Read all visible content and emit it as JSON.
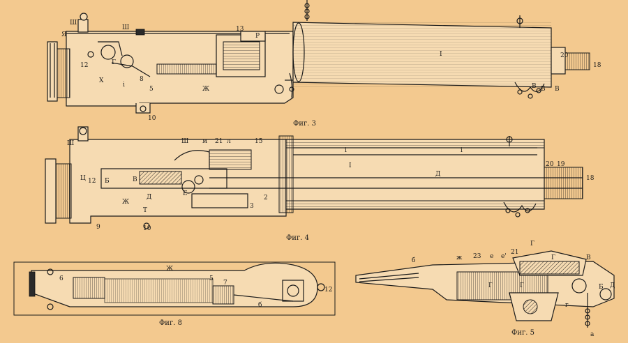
{
  "captions": {
    "fig3": "Фиг. 3",
    "fig4": "Фиг. 4",
    "fig8": "Фиг. 8",
    "fig5": "Фиг. 5"
  },
  "labels": {
    "fig3": [
      "Ш",
      "Я",
      "Ш",
      "13",
      "Р",
      "12",
      "Г",
      "Х",
      "i",
      "8",
      "5",
      "Ж",
      "10",
      "I",
      "20",
      "18",
      "В",
      "В",
      "В"
    ],
    "fig4": [
      "Ш",
      "Ш",
      "м",
      "21",
      "л",
      "15",
      "Ц",
      "12",
      "Б",
      "В",
      "Д",
      "Е",
      "Ж",
      "Т",
      "9",
      "10",
      "3",
      "2",
      "i",
      "i",
      "I",
      "Д",
      "20",
      "19",
      "18"
    ],
    "fig8": [
      "Ж",
      "6",
      "5",
      "7",
      "б",
      "12"
    ],
    "fig5": [
      "б",
      "ж",
      "23",
      "е",
      "е'",
      "21",
      "Г",
      "Г",
      "В",
      "Д",
      "Б",
      "Г",
      "Г",
      "а",
      "г"
    ]
  }
}
